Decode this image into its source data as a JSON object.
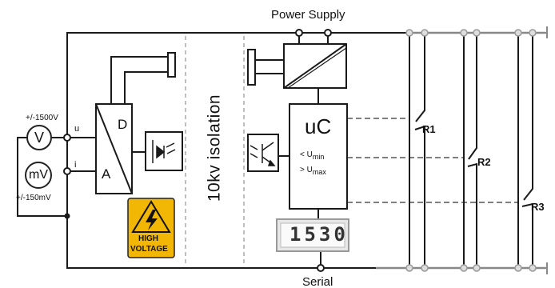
{
  "top_label": "Power Supply",
  "bottom_label": "Serial",
  "left": {
    "voltage_range": "+/-1500V",
    "voltage_meter": "V",
    "millivolt_meter": "mV",
    "millivolt_range": "+/-150mV",
    "input_u": "u",
    "input_i": "i"
  },
  "converter": {
    "digital": "D",
    "analog": "A"
  },
  "warning": {
    "line1": "HIGH",
    "line2": "VOLTAGE"
  },
  "isolation_label": "10kv  isolation",
  "controller": {
    "name": "uC",
    "min_prefix": "< U",
    "min_sub": "min",
    "max_prefix": "> U",
    "max_sub": "max"
  },
  "display_value": "1530",
  "relays": [
    "R1",
    "R2",
    "R3"
  ]
}
